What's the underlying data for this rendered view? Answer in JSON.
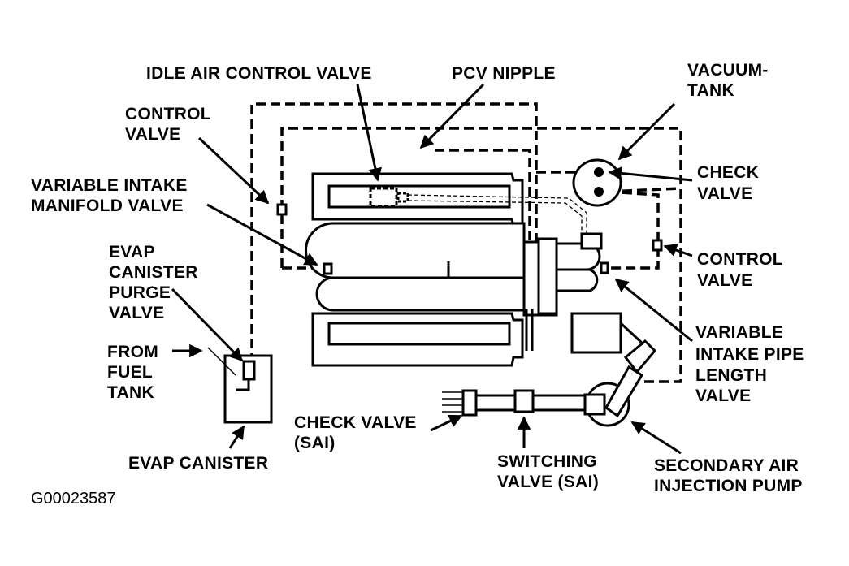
{
  "labels": {
    "idle_air_control_valve": "IDLE AIR CONTROL VALVE",
    "pcv_nipple": "PCV NIPPLE",
    "vacuum_tank_1": "VACUUM-",
    "vacuum_tank_2": "TANK",
    "control_valve_left_1": "CONTROL",
    "control_valve_left_2": "VALVE",
    "variable_intake_manifold_valve_1": "VARIABLE INTAKE",
    "variable_intake_manifold_valve_2": "MANIFOLD VALVE",
    "check_valve_right_1": "CHECK",
    "check_valve_right_2": "VALVE",
    "control_valve_right_1": "CONTROL",
    "control_valve_right_2": "VALVE",
    "evap_purge_1": "EVAP",
    "evap_purge_2": "CANISTER",
    "evap_purge_3": "PURGE",
    "evap_purge_4": "VALVE",
    "from_fuel_tank_1": "FROM",
    "from_fuel_tank_2": "FUEL",
    "from_fuel_tank_3": "TANK",
    "variable_intake_pipe_1": "VARIABLE",
    "variable_intake_pipe_2": "INTAKE PIPE",
    "variable_intake_pipe_3": "LENGTH",
    "variable_intake_pipe_4": "VALVE",
    "check_valve_sai_1": "CHECK VALVE",
    "check_valve_sai_2": "(SAI)",
    "switching_valve_sai_1": "SWITCHING",
    "switching_valve_sai_2": "VALVE (SAI)",
    "secondary_air_pump_1": "SECONDARY AIR",
    "secondary_air_pump_2": "INJECTION PUMP",
    "evap_canister": "EVAP CANISTER"
  },
  "figure_id": "G00023587"
}
